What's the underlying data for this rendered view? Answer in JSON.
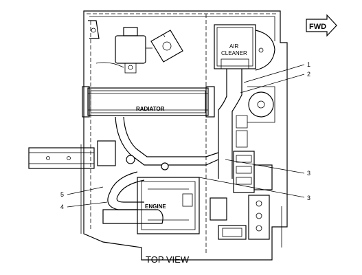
{
  "title": "TOP VIEW",
  "direction_indicator": "FWD",
  "component_labels": {
    "air_cleaner_line1": "AIR",
    "air_cleaner_line2": "CLEANER",
    "radiator": "RADIATOR",
    "engine": "ENGINE"
  },
  "callouts": [
    {
      "id": "1"
    },
    {
      "id": "2"
    },
    {
      "id": "3"
    },
    {
      "id": "3"
    },
    {
      "id": "5"
    },
    {
      "id": "4"
    }
  ]
}
